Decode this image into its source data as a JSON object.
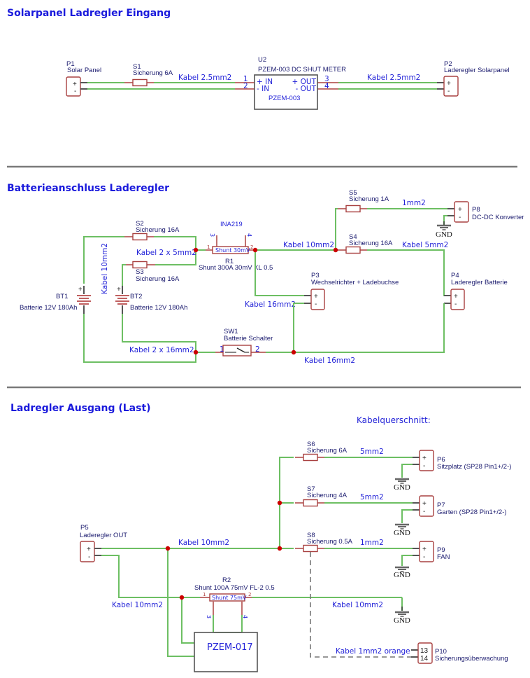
{
  "sections": {
    "s1_title": "Solarpanel Ladregler Eingang",
    "s2_title": "Batterieanschluss Laderegler",
    "s3_title": "Ladregler Ausgang (Last)"
  },
  "note": "Kabelquerschnitt:",
  "gnd": "GND",
  "components": {
    "P1": {
      "ref": "P1",
      "value": "Solar Panel",
      "pin_plus": "+",
      "pin_minus": "-"
    },
    "S1": {
      "ref": "S1",
      "value": "Sicherung 6A"
    },
    "U2": {
      "ref": "U2",
      "value": "PZEM-003 DC SHUT METER",
      "body": "PZEM-003",
      "pin_in_p": "+ IN",
      "pin_in_m": "- IN",
      "pin_out_p": "+ OUT",
      "pin_out_m": "- OUT",
      "n1": "1",
      "n2": "2",
      "n3": "3",
      "n4": "4"
    },
    "P2": {
      "ref": "P2",
      "value": "Laderegler Solarpanel",
      "pin_plus": "+",
      "pin_minus": "-"
    },
    "S2": {
      "ref": "S2",
      "value": "Sicherung 16A"
    },
    "S3": {
      "ref": "S3",
      "value": "Sicherung 16A"
    },
    "S4": {
      "ref": "S4",
      "value": "Sicherung 16A"
    },
    "S5": {
      "ref": "S5",
      "value": "Sicherung 1A"
    },
    "BT1": {
      "ref": "BT1",
      "value": "Batterie 12V 180Ah"
    },
    "BT2": {
      "ref": "BT2",
      "value": "Batterie 12V 180Ah"
    },
    "R1": {
      "ref": "R1",
      "value": "Shunt 300A 30mV KL 0.5",
      "body": "Shunt 30mV",
      "sense": "INA219",
      "n1": "1",
      "n2": "2",
      "n3": "3",
      "n4": "4"
    },
    "P3": {
      "ref": "P3",
      "value": "Wechselrichter + Ladebuchse",
      "pin_plus": "+",
      "pin_minus": "-"
    },
    "P4": {
      "ref": "P4",
      "value": "Laderegler Batterie",
      "pin_plus": "+",
      "pin_minus": "-"
    },
    "P8": {
      "ref": "P8",
      "value": "DC-DC Konverter",
      "pin_plus": "+",
      "pin_minus": "-"
    },
    "SW1": {
      "ref": "SW1",
      "value": "Batterie Schalter",
      "n1": "1",
      "n2": "2"
    },
    "P5": {
      "ref": "P5",
      "value": "Laderegler OUT",
      "pin_plus": "+",
      "pin_minus": "-"
    },
    "S6": {
      "ref": "S6",
      "value": "Sicherung 6A"
    },
    "S7": {
      "ref": "S7",
      "value": "Sicherung 4A"
    },
    "S8": {
      "ref": "S8",
      "value": "Sicherung 0.5A"
    },
    "P6": {
      "ref": "P6",
      "value": "Sitzplatz (SP28 Pin1+/2-)",
      "pin_plus": "+",
      "pin_minus": "-"
    },
    "P7": {
      "ref": "P7",
      "value": "Garten (SP28 Pin1+/2-)",
      "pin_plus": "+",
      "pin_minus": "-"
    },
    "P9": {
      "ref": "P9",
      "value": "FAN",
      "pin_plus": "+",
      "pin_minus": "-"
    },
    "P10": {
      "ref": "P10",
      "value": "Sicherungsüberwachung",
      "pin_a": "13",
      "pin_b": "14"
    },
    "R2": {
      "ref": "R2",
      "value": "Shunt 100A 75mV FL-2 0.5",
      "body": "Shunt 75mV",
      "n1": "1",
      "n2": "2",
      "n3": "3",
      "n4": "4"
    },
    "PZEM017": {
      "body": "PZEM-017"
    }
  },
  "cable_labels": {
    "s1_in": "Kabel 2.5mm2",
    "s1_out": "Kabel 2.5mm2",
    "s2_parallel": "Kabel 2 x 5mm2",
    "s2_vertical": "Kabel 10mm2",
    "s2_main": "Kabel 10mm2",
    "s2_dcdc": "1mm2",
    "s2_p4": "Kabel 5mm2",
    "s2_p3": "Kabel 16mm2",
    "s2_neg": "Kabel 2 x 16mm2",
    "s2_ret": "Kabel 16mm2",
    "s3_main": "Kabel 10mm2",
    "s3_p6": "5mm2",
    "s3_p7": "5mm2",
    "s3_p9": "1mm2",
    "s3_neg_left": "Kabel 10mm2",
    "s3_neg_right": "Kabel 10mm2",
    "s3_monitor": "Kabel 1mm2 orange"
  }
}
